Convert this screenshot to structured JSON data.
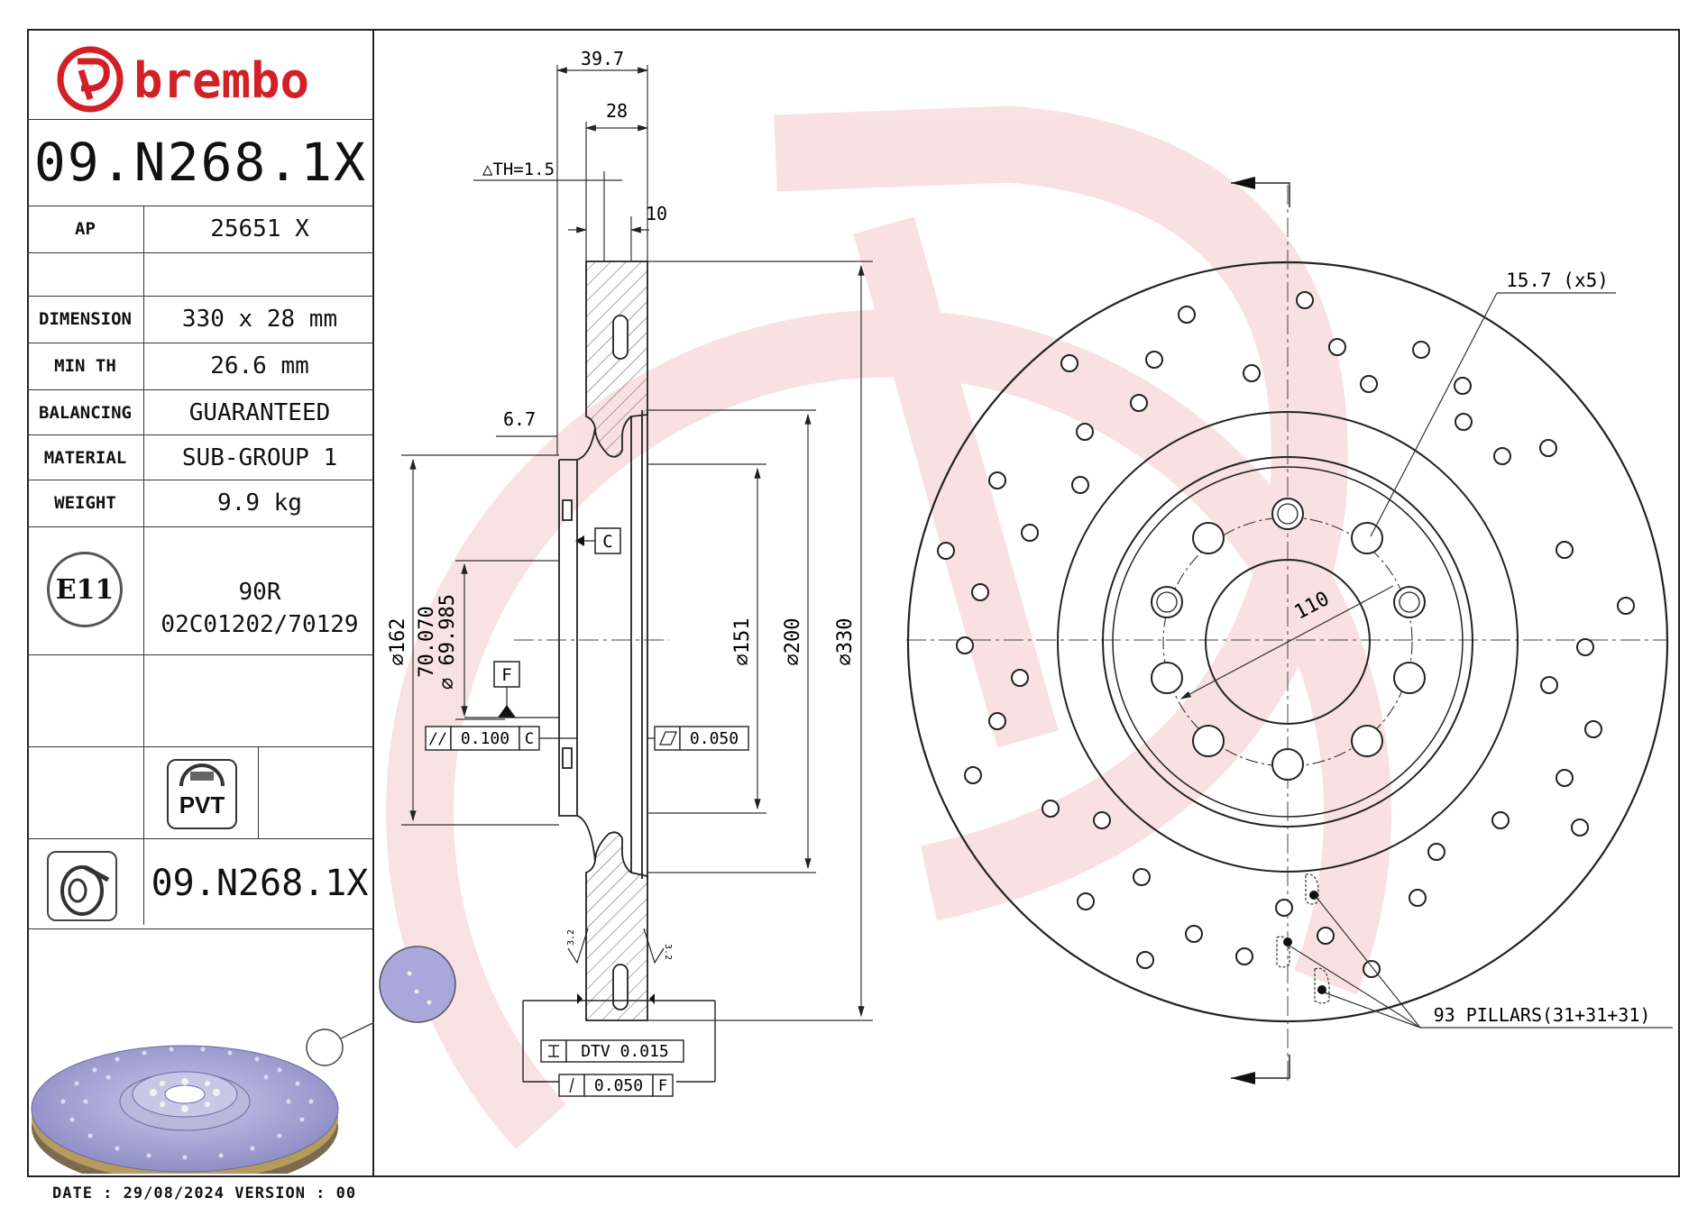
{
  "brand": {
    "name": "brembo",
    "color": "#d31f26"
  },
  "part_number": "09.N268.1X",
  "spec_table": [
    {
      "label": "AP",
      "value": "25651 X"
    },
    {
      "label": "",
      "value": ""
    },
    {
      "label": "DIMENSION",
      "value": "330 x 28 mm"
    },
    {
      "label": "MIN TH",
      "value": "26.6 mm"
    },
    {
      "label": "BALANCING",
      "value": "GUARANTEED"
    },
    {
      "label": "MATERIAL",
      "value": "SUB-GROUP 1"
    },
    {
      "label": "WEIGHT",
      "value": "9.9 kg"
    }
  ],
  "approval": {
    "mark": "E11",
    "code": "90R",
    "number": "02C01202/70129"
  },
  "pvt_label": "PVT",
  "footer": {
    "date_label": "DATE :",
    "date": "29/08/2024",
    "version_label": "VERSION :",
    "version": "00"
  },
  "drawing": {
    "dims_top": {
      "overall": "39.7",
      "thickness": "28",
      "friction": "10",
      "th_variation": "△TH=1.5"
    },
    "offset": "6.7",
    "diameters": {
      "d162": "⌀162",
      "d70_upper": "70.070",
      "d70_lower": "⌀ 69.985",
      "d151": "⌀151",
      "d200": "⌀200",
      "d330": "⌀330"
    },
    "datum_c": "C",
    "datum_f": "F",
    "parallelism": {
      "symbol": "//",
      "value": "0.100",
      "datum": "C"
    },
    "flatness": {
      "value": "0.050"
    },
    "dtv": {
      "label": "DTV",
      "value": "0.015"
    },
    "runout": {
      "value": "0.050",
      "datum": "F"
    },
    "roughness": "3.2",
    "holes": "15.7 (x5)",
    "pcd": "110",
    "pillars": "93 PILLARS(31+31+31)"
  }
}
